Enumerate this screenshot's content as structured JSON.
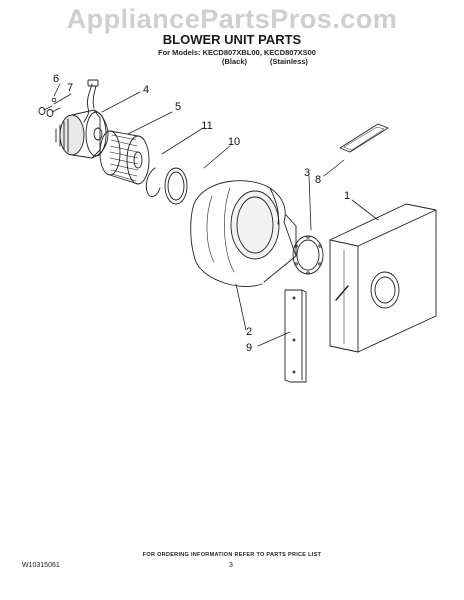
{
  "watermark": "AppliancePartsPros.com",
  "header": {
    "title": "BLOWER UNIT PARTS",
    "models_line": "For Models: KECD807XBL00, KECD807XS00",
    "variant_black": "(Black)",
    "variant_stainless": "(Stainless)"
  },
  "callouts": [
    "6",
    "7",
    "4",
    "5",
    "11",
    "10",
    "3",
    "8",
    "1",
    "2",
    "9"
  ],
  "footer": {
    "note": "FOR ORDERING INFORMATION REFER TO PARTS PRICE LIST",
    "doc_number": "W10315061",
    "page_number": "3"
  }
}
